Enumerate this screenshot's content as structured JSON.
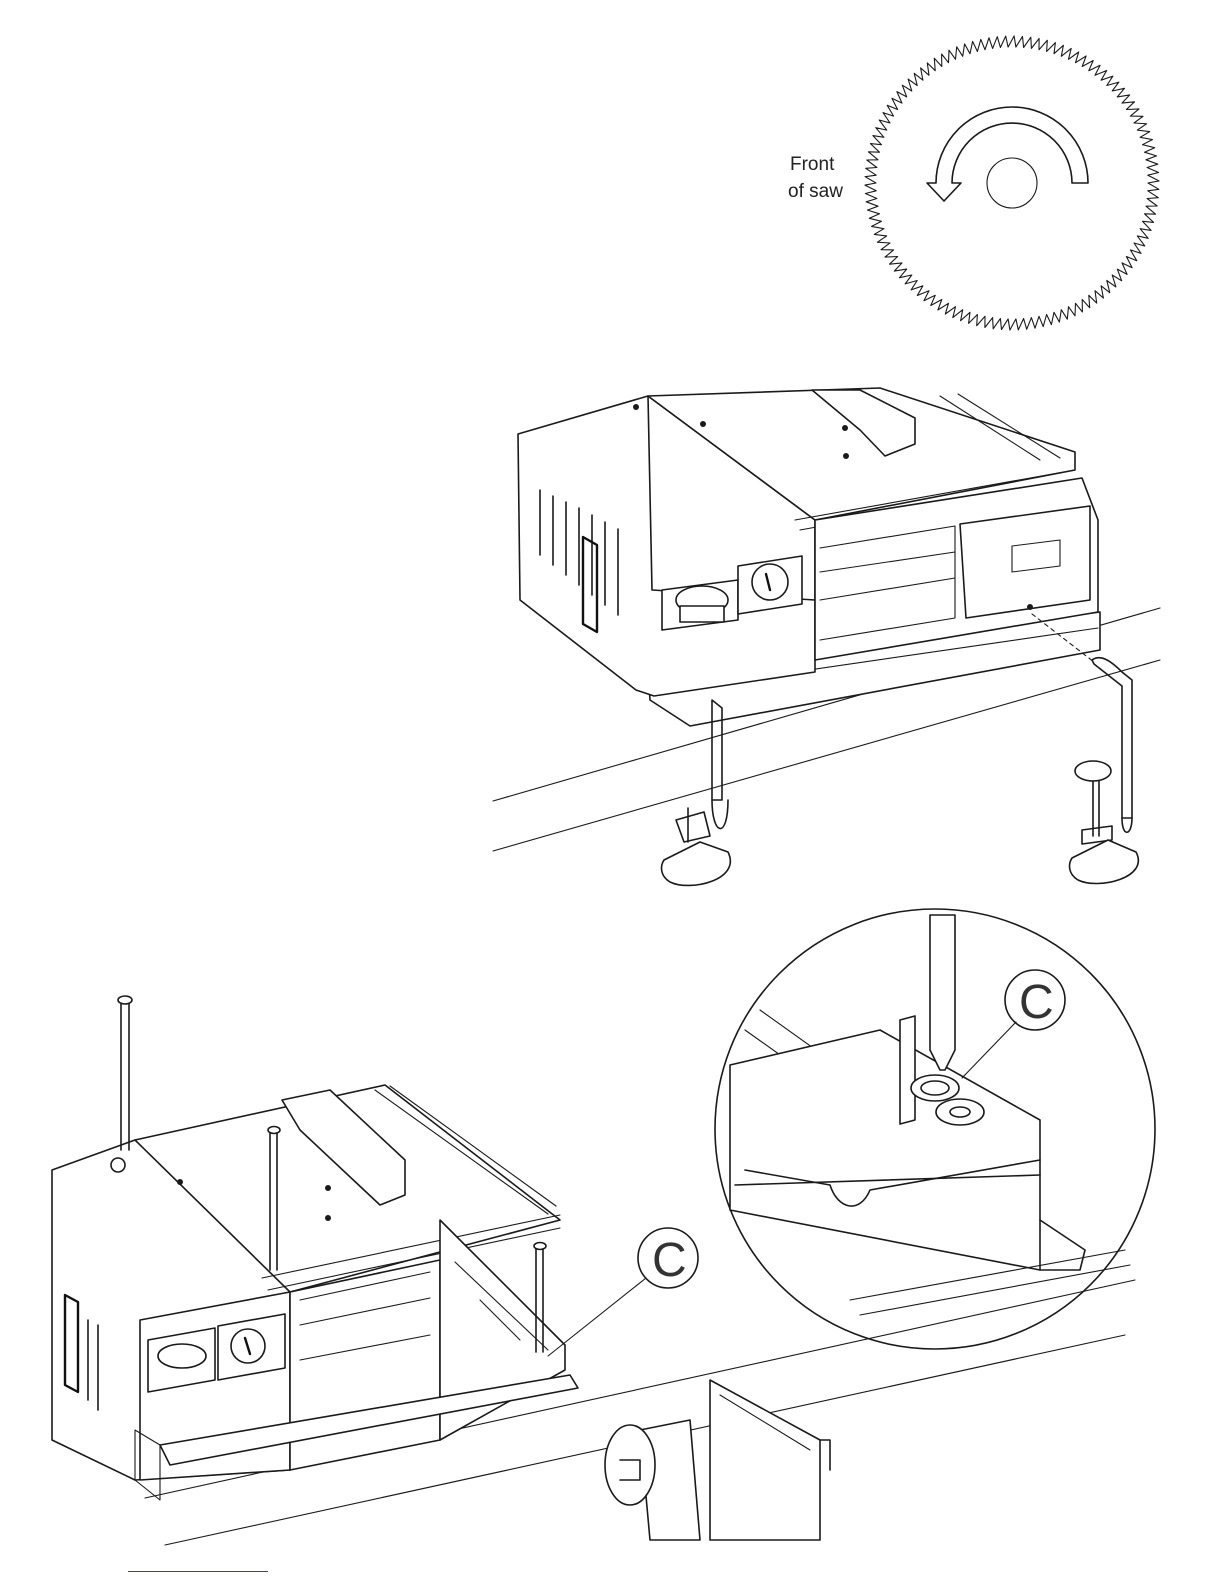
{
  "blade_figure": {
    "label_line1": "Front",
    "label_line2": "of saw",
    "tooth_count": 110,
    "icons": [
      "saw-blade-icon",
      "rotation-arrow-icon"
    ]
  },
  "clamp_figure": {
    "icons": [
      "table-saw-icon",
      "clamp-icon"
    ]
  },
  "mounting_figure": {
    "callout_main": "C",
    "callout_detail": "C",
    "icons": [
      "table-saw-icon",
      "screw-icon",
      "screwdriver-icon",
      "magnifier-detail"
    ]
  },
  "colors": {
    "line": "#1a1a1a",
    "background": "#ffffff",
    "footer_link": "#2b3fd6"
  }
}
